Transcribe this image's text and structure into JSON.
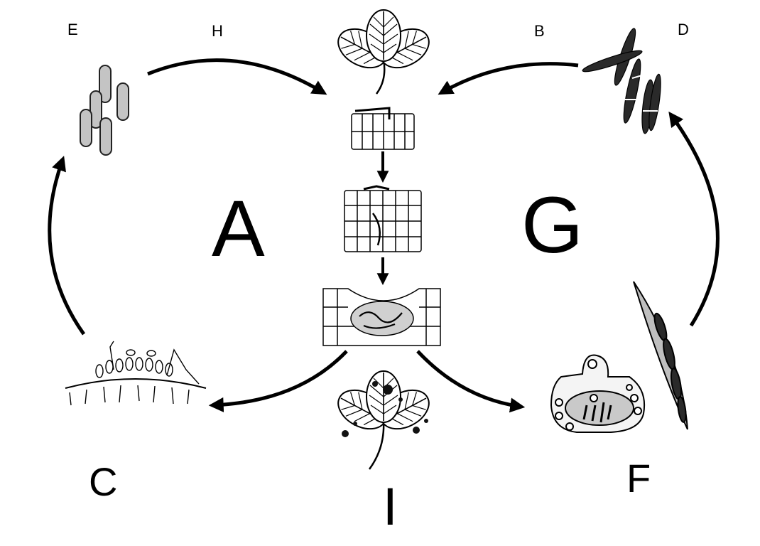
{
  "labels": {
    "E": "E",
    "H": "H",
    "B": "B",
    "D": "D",
    "A": "A",
    "G": "G",
    "C": "C",
    "F": "F",
    "I": "I"
  },
  "colors": {
    "ink": "#000000",
    "fill_grey": "#bdbdbd",
    "fill_dark": "#2e2e2e",
    "background": "#ffffff"
  }
}
